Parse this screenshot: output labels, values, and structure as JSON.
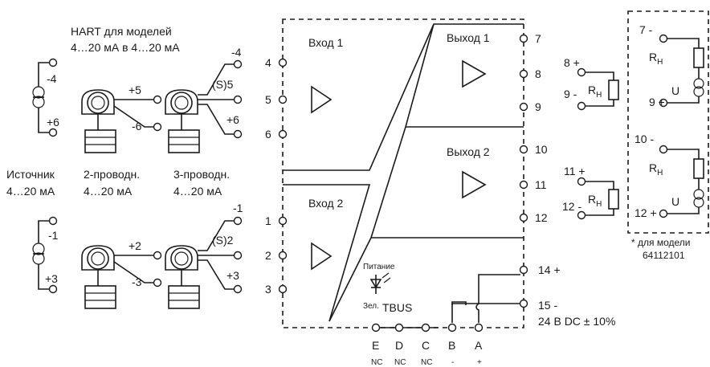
{
  "header": {
    "hart_line1": "HART для моделей",
    "hart_line2": "4…20 мА в 4…20 мА"
  },
  "sources": {
    "source_label": "Источник",
    "source_range": "4…20 мА",
    "two_wire_label": "2-проводн.",
    "two_wire_range": "4…20 мА",
    "three_wire_label": "3-проводн.",
    "three_wire_range": "4…20 мА"
  },
  "input1_wires": {
    "src_pos": "-4",
    "src_neg": "+6",
    "t2_pos": "+5",
    "t2_neg": "-6",
    "t3_a": "-4",
    "t3_b": "(S)5",
    "t3_c": "+6"
  },
  "input2_wires": {
    "src_pos": "-1",
    "src_neg": "+3",
    "t2_pos": "+2",
    "t2_neg": "-3",
    "t3_a": "-1",
    "t3_b": "(S)2",
    "t3_c": "+3"
  },
  "module": {
    "input1": "Вход 1",
    "input2": "Вход 2",
    "output1": "Выход 1",
    "output2": "Выход 2",
    "power_label": "Питание",
    "led_color": "Зел.",
    "bus_label": "TBUS"
  },
  "terminals": {
    "in1": [
      "4",
      "5",
      "6"
    ],
    "in2": [
      "1",
      "2",
      "3"
    ],
    "out1": [
      "7",
      "8",
      "9"
    ],
    "out2": [
      "10",
      "11",
      "12"
    ],
    "t14": "14 +",
    "t15": "15 -",
    "supply": "24  B DC ± 10%"
  },
  "bus": {
    "letters": [
      "E",
      "D",
      "C",
      "B",
      "A"
    ],
    "notes": [
      "NC",
      "NC",
      "NC",
      "-",
      "+"
    ]
  },
  "loads": {
    "o1_pos": "8 +",
    "o1_neg": "9 -",
    "o2_pos": "11 +",
    "o2_neg": "12 -",
    "r_main": "R",
    "r_sub": "H",
    "voltage": "U",
    "ext1_top": "7 -",
    "ext1_bot": "9 +",
    "ext2_top": "10 -",
    "ext2_bot": "12 +",
    "note_line1": "* для модели",
    "note_line2": "64112101"
  }
}
